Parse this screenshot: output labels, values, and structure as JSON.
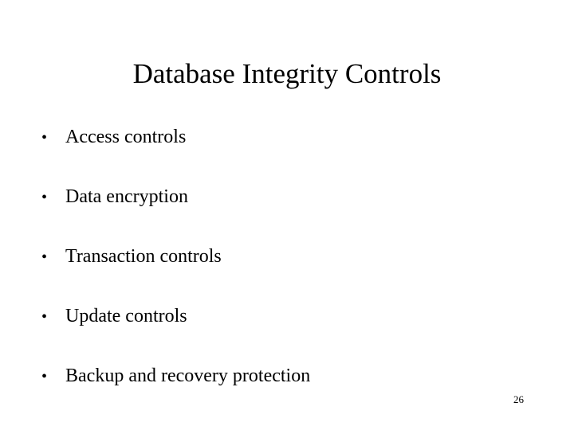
{
  "slide": {
    "title": "Database Integrity Controls",
    "bullet_marker": "•",
    "bullets": [
      {
        "text": "Access controls"
      },
      {
        "text": "Data encryption"
      },
      {
        "text": "Transaction controls"
      },
      {
        "text": "Update controls"
      },
      {
        "text": "Backup and recovery protection"
      }
    ],
    "page_number": "26",
    "colors": {
      "background": "#ffffff",
      "text": "#000000"
    }
  }
}
